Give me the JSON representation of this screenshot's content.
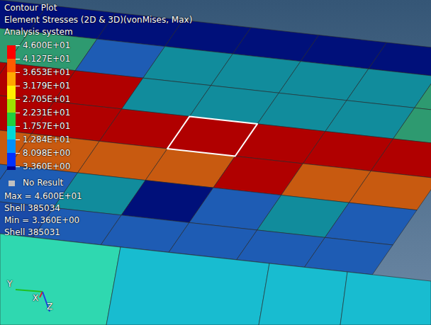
{
  "diagram": {
    "title": "Contour Plot",
    "labels": [
      "Element Stresses (2D & 3D)(vonMises, Max)",
      "Analysis system",
      "Max = 4.600E+01",
      "Shell 385034",
      "Min = 3.360E+00",
      "Shell 385031",
      "Y",
      "X",
      "Z"
    ],
    "legend": [
      {
        "text": "4.600E+01",
        "color": "#ff0000"
      },
      {
        "text": "4.127E+01",
        "color": "#ff5a00"
      },
      {
        "text": "3.653E+01",
        "color": "#ffa800"
      },
      {
        "text": "3.179E+01",
        "color": "#fff000"
      },
      {
        "text": "2.705E+01",
        "color": "#9ee000"
      },
      {
        "text": "2.231E+01",
        "color": "#20d040"
      },
      {
        "text": "1.757E+01",
        "color": "#00d8d8"
      },
      {
        "text": "1.284E+01",
        "color": "#0090ff"
      },
      {
        "text": "8.098E+00",
        "color": "#0030ff"
      },
      {
        "text": "3.360E+00",
        "color": "#000090"
      },
      {
        "text": "No Result",
        "color": "#c0c0c0"
      }
    ]
  }
}
